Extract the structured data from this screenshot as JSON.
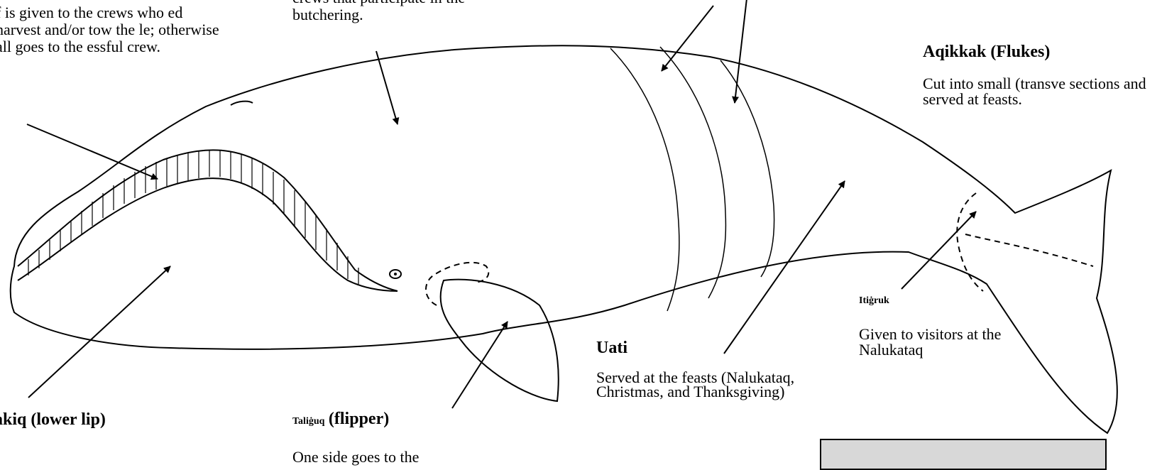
{
  "captions": {
    "left_body": "f is given to the crews who ed harvest and/or tow the le; otherwise all goes to the essful crew.",
    "top_body": "crews that participate in the butchering.",
    "flukes_title": "Aqikkak (Flukes)",
    "flukes_body": "Cut into small (transve sections and served at feasts.",
    "itigruk_title": "Itiġruk",
    "itigruk_body": "Given to visitors at the Nalukataq",
    "uati_title": "Uati",
    "uati_body": "Served at the feasts (Nalukataq, Christmas, and Thanksgiving)",
    "flipper_title_native": "Taliġuq",
    "flipper_title_en": "(flipper)",
    "flipper_body": "One side goes to the",
    "lip_title": "akiq (lower lip)"
  },
  "colors": {
    "ink": "#000000",
    "background": "#ffffff",
    "photo_fill": "#d8d8d8"
  }
}
